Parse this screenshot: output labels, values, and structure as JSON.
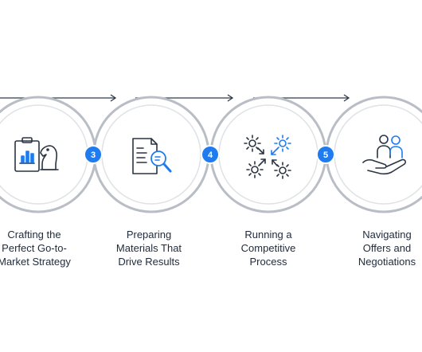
{
  "steps": [
    {
      "number": "",
      "icon": "strategy-chess-clipboard-icon",
      "label_lines": [
        "Crafting the",
        "Perfect Go-to-",
        "Market Strategy"
      ]
    },
    {
      "number": "3",
      "icon": "document-magnifier-icon",
      "label_lines": [
        "Preparing",
        "Materials That",
        "Drive Results"
      ]
    },
    {
      "number": "4",
      "icon": "gears-converging-arrows-icon",
      "label_lines": [
        "Running a",
        "Competitive",
        "Process"
      ]
    },
    {
      "number": "5",
      "icon": "hand-with-people-icon",
      "label_lines": [
        "Navigating",
        "Offers and",
        "Negotiations"
      ]
    }
  ],
  "colors": {
    "ring": "#b9bec6",
    "ring_inner": "#dfe2e6",
    "line": "#2f3a4a",
    "icon_dark": "#2a3442",
    "accent": "#1e7bf0",
    "badge": "#1e7bf0",
    "text": "#1f2a3a"
  }
}
